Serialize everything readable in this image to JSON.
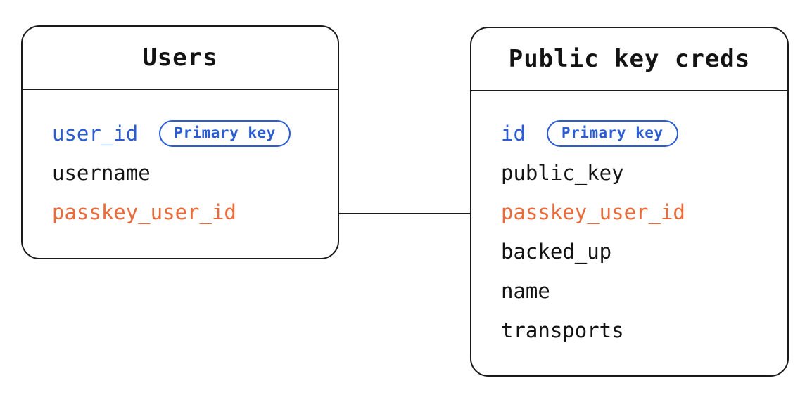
{
  "diagram": {
    "background": "#ffffff",
    "colors": {
      "primary_key_blue": "#2a5cd3",
      "foreign_key_orange": "#eb6a3a",
      "text_black": "#131313",
      "line_black": "#1a1a1a"
    },
    "tables": [
      {
        "name": "Users",
        "fields": [
          {
            "name": "user_id",
            "badge": "Primary key"
          },
          {
            "name": "username"
          },
          {
            "name": "passkey_user_id"
          }
        ]
      },
      {
        "name": "Public key creds",
        "fields": [
          {
            "name": "id",
            "badge": "Primary key"
          },
          {
            "name": "public_key"
          },
          {
            "name": "passkey_user_id"
          },
          {
            "name": "backed_up"
          },
          {
            "name": "name"
          },
          {
            "name": "transports"
          }
        ]
      }
    ],
    "relationship": {
      "from_table": "Users",
      "from_field": "passkey_user_id",
      "to_table": "Public key creds",
      "to_field": "passkey_user_id"
    }
  }
}
